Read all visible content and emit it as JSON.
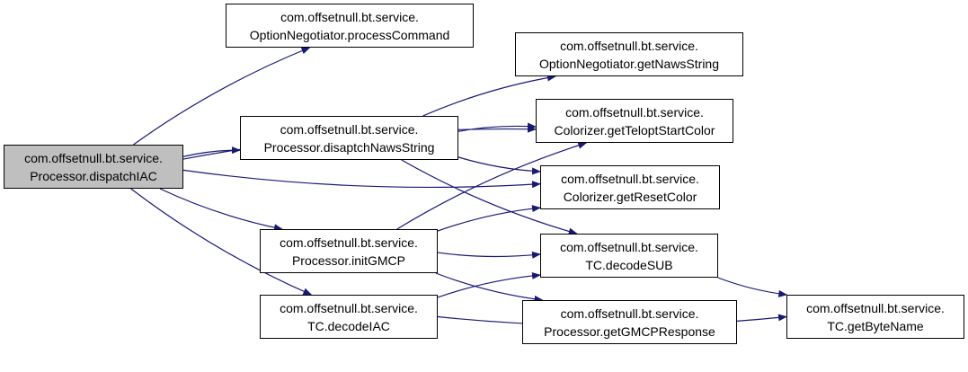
{
  "colors": {
    "edge": "#191970",
    "root_fill": "#bfbfbf",
    "node_fill": "#ffffff",
    "border": "#000000"
  },
  "nodes": {
    "dispatchIAC": {
      "line1": "com.offsetnull.bt.service.",
      "line2": "Processor.dispatchIAC"
    },
    "processCommand": {
      "line1": "com.offsetnull.bt.service.",
      "line2": "OptionNegotiator.processCommand"
    },
    "disaptchNawsString": {
      "line1": "com.offsetnull.bt.service.",
      "line2": "Processor.disaptchNawsString"
    },
    "initGMCP": {
      "line1": "com.offsetnull.bt.service.",
      "line2": "Processor.initGMCP"
    },
    "decodeIAC": {
      "line1": "com.offsetnull.bt.service.",
      "line2": "TC.decodeIAC"
    },
    "getNawsString": {
      "line1": "com.offsetnull.bt.service.",
      "line2": "OptionNegotiator.getNawsString"
    },
    "getTeloptStartColor": {
      "line1": "com.offsetnull.bt.service.",
      "line2": "Colorizer.getTeloptStartColor"
    },
    "getResetColor": {
      "line1": "com.offsetnull.bt.service.",
      "line2": "Colorizer.getResetColor"
    },
    "decodeSUB": {
      "line1": "com.offsetnull.bt.service.",
      "line2": "TC.decodeSUB"
    },
    "getGMCPResponse": {
      "line1": "com.offsetnull.bt.service.",
      "line2": "Processor.getGMCPResponse"
    },
    "getByteName": {
      "line1": "com.offsetnull.bt.service.",
      "line2": "TC.getByteName"
    }
  },
  "edges": [
    [
      "dispatchIAC",
      "processCommand"
    ],
    [
      "dispatchIAC",
      "getTeloptStartColor"
    ],
    [
      "dispatchIAC",
      "disaptchNawsString"
    ],
    [
      "dispatchIAC",
      "getResetColor"
    ],
    [
      "dispatchIAC",
      "initGMCP"
    ],
    [
      "dispatchIAC",
      "decodeIAC"
    ],
    [
      "disaptchNawsString",
      "getNawsString"
    ],
    [
      "disaptchNawsString",
      "getTeloptStartColor"
    ],
    [
      "disaptchNawsString",
      "getResetColor"
    ],
    [
      "disaptchNawsString",
      "decodeSUB"
    ],
    [
      "initGMCP",
      "getTeloptStartColor"
    ],
    [
      "initGMCP",
      "getResetColor"
    ],
    [
      "initGMCP",
      "decodeSUB"
    ],
    [
      "initGMCP",
      "getGMCPResponse"
    ],
    [
      "decodeIAC",
      "decodeSUB"
    ],
    [
      "decodeIAC",
      "getByteName"
    ],
    [
      "decodeSUB",
      "getByteName"
    ]
  ]
}
